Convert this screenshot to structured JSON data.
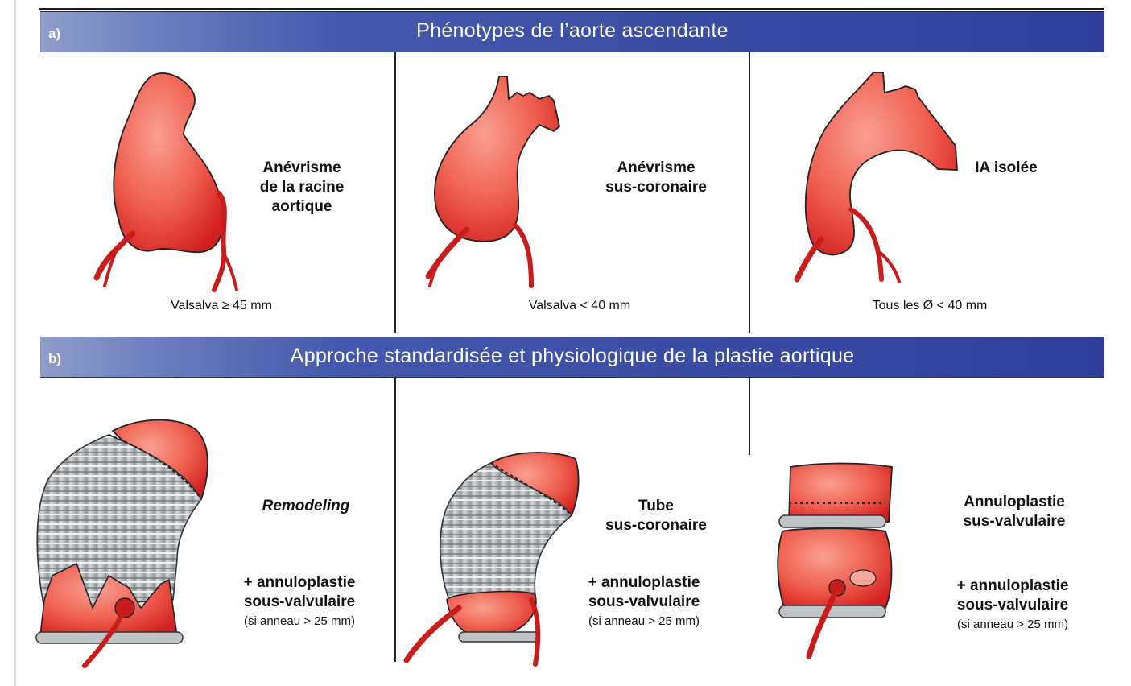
{
  "section_a": {
    "letter": "a)",
    "title": "Phénotypes de l’aorte ascendante",
    "panels": [
      {
        "label_lines": [
          "Anévrisme",
          "de la racine",
          "aortique"
        ],
        "measure": "Valsalva ≥ 45 mm"
      },
      {
        "label_lines": [
          "Anévrisme",
          "sus-coronaire"
        ],
        "measure": "Valsalva < 40 mm"
      },
      {
        "label_lines": [
          "IA isolée"
        ],
        "measure": "Tous les Ø < 40 mm"
      }
    ]
  },
  "section_b": {
    "letter": "b)",
    "title": "Approche standardisée et physiologique de la plastie aortique",
    "panels": [
      {
        "label_lines": [
          "Remodeling"
        ],
        "extra_lines": [
          "+ annuloplastie",
          "sous-valvulaire"
        ],
        "note": "(si anneau > 25 mm)"
      },
      {
        "label_lines": [
          "Tube",
          "sus-coronaire"
        ],
        "extra_lines": [
          "+ annuloplastie",
          "sous-valvulaire"
        ],
        "note": "(si anneau > 25 mm)"
      },
      {
        "label_lines": [
          "Annuloplastie",
          "sus-valvulaire"
        ],
        "extra_lines": [
          "+ annuloplastie",
          "sous-valvulaire"
        ],
        "note": "(si anneau > 25 mm)"
      }
    ]
  },
  "colors": {
    "aorta": "#ee5a4a",
    "aorta_dark": "#d62020",
    "graft": "#b9bdc0",
    "banner": "#2f3f99"
  }
}
